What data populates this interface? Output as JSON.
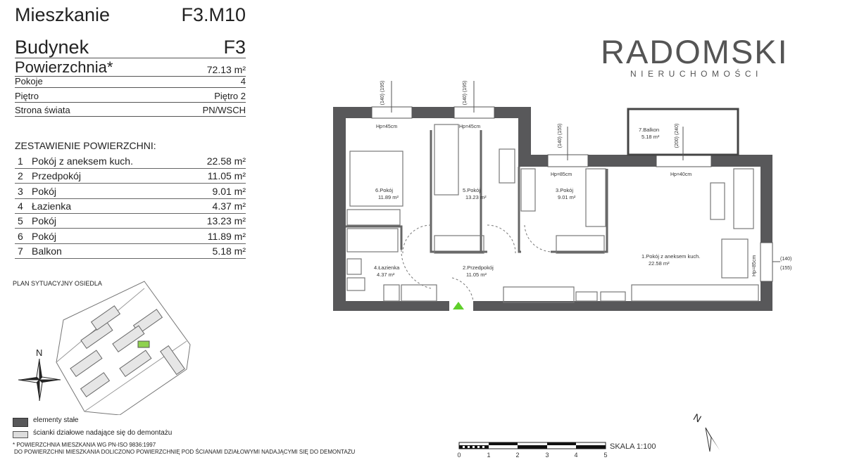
{
  "header": {
    "apartment_label": "Mieszkanie",
    "apartment_value": "F3.M10",
    "building_label": "Budynek",
    "building_value": "F3",
    "area_label": "Powierzchnia*",
    "area_value": "72.13 m²",
    "rooms_label": "Pokoje",
    "rooms_value": "4",
    "floor_label": "Piętro",
    "floor_value": "Piętro 2",
    "orientation_label": "Strona świata",
    "orientation_value": "PN/WSCH"
  },
  "summary": {
    "title": "ZESTAWIENIE POWIERZCHNI:",
    "rows": [
      {
        "n": "1",
        "name": "Pokój z aneksem kuch.",
        "area": "22.58 m²"
      },
      {
        "n": "2",
        "name": "Przedpokój",
        "area": "11.05 m²"
      },
      {
        "n": "3",
        "name": "Pokój",
        "area": "9.01 m²"
      },
      {
        "n": "4",
        "name": "Łazienka",
        "area": "4.37 m²"
      },
      {
        "n": "5",
        "name": "Pokój",
        "area": "13.23 m²"
      },
      {
        "n": "6",
        "name": "Pokój",
        "area": "11.89 m²"
      },
      {
        "n": "7",
        "name": "Balkon",
        "area": "5.18 m²"
      }
    ]
  },
  "site_plan": {
    "title": "PLAN SYTUACYJNY OSIEDLA",
    "north": "N"
  },
  "legend": {
    "fixed": "elementy stałe",
    "removable": "ścianki działowe nadające się do demontażu",
    "note1": "* POWIERZCHNIA MIESZKANIA WG PN-ISO 9836:1997",
    "note2": "DO POWIERZCHNI MIESZKANIA DOLICZONO POWIERZCHNIĘ POD ŚCIANAMI DZIAŁOWYMI NADAJĄCYMI SIĘ DO DEMONTAŻU"
  },
  "brand": {
    "name": "RADOMSKI",
    "tagline": "NIERUCHOMOŚCI"
  },
  "plan": {
    "rooms": [
      {
        "name": "1.Pokój z aneksem kuch.",
        "area": "22.58 m²"
      },
      {
        "name": "2.Przedpokój",
        "area": "11.05 m²"
      },
      {
        "name": "3.Pokój",
        "area": "9.01 m²"
      },
      {
        "name": "4.Łazienka",
        "area": "4.37 m²"
      },
      {
        "name": "5.Pokój",
        "area": "13.23 m²"
      },
      {
        "name": "6.Pokój",
        "area": "11.89 m²"
      },
      {
        "name": "7.Balkon",
        "area": "5.18 m²"
      }
    ],
    "windows": [
      {
        "dims": "(140) (195)",
        "sill": "Hp=45cm"
      },
      {
        "dims": "(140) (195)",
        "sill": "Hp=45cm"
      },
      {
        "dims": "(140) (155)",
        "sill": "Hp=85cm"
      },
      {
        "dims": "(200) (240)",
        "sill": "Hp=40cm"
      },
      {
        "dims_a": "(140)",
        "dims_b": "(155)",
        "sill": "Hp=85cm"
      }
    ]
  },
  "scale": {
    "label": "SKALA 1:100",
    "ticks": [
      "0",
      "1",
      "2",
      "3",
      "4",
      "5"
    ]
  },
  "compass": {
    "north": "N"
  },
  "colors": {
    "wall": "#58585a",
    "entry": "#5fcf2a",
    "site_highlight": "#8fd14f"
  }
}
